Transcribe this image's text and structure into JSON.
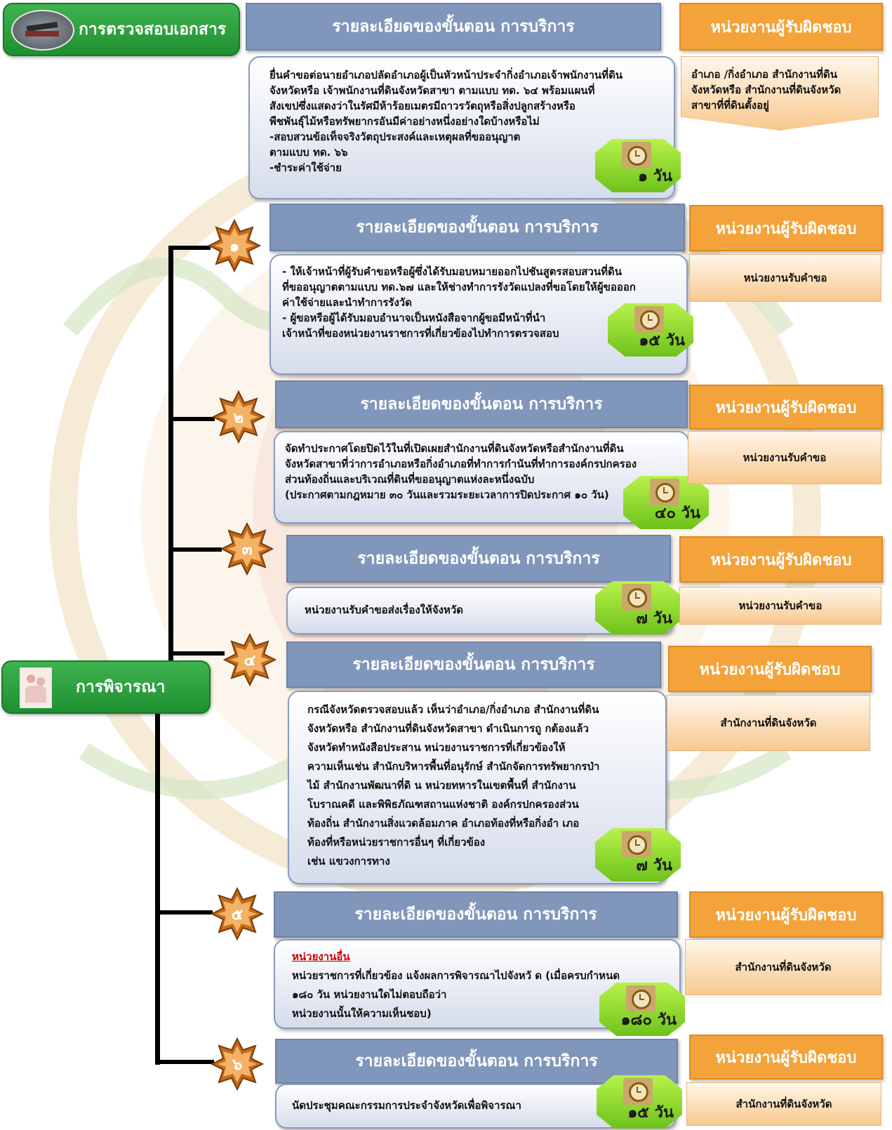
{
  "top_button": {
    "label": "การตรวจสอบเอกสาร",
    "icon": "books-icon"
  },
  "mid_button": {
    "label": "การพิจารณา",
    "icon": "people-picture-icon"
  },
  "header_label": "รายละเอียดของขั้นตอน การบริการ",
  "resp_label": "หน่วยงานผู้รับผิดชอบ",
  "steps": [
    {
      "lines": [
        "ยื่นคำขอต่อนายอำเภอปลัดอำเภอผู้เป็นหัวหน้าประจำกิ่งอำเภอเจ้าพนักงานที่ดิน",
        "จังหวัดหรือ เจ้าพนักงานที่ดินจังหวัดสาขา ตามแบบ ทด. ๖๔   พร้อมแผนที่",
        "สังเขปซึ่งแสดงว่าในรัศมีห้าร้อยเมตรมีถาวรวัตถุหรือสิ่งปลูกสร้างหรือ",
        "พืชพันธุ์ไม้หรือทรัพยากรอันมีค่าอย่างหนึ่งอย่างใดบ้างหรือไม่",
        "  -สอบสวนข้อเท็จจริงวัตถุประสงค์และเหตุผลที่ขออนุญาต",
        "    ตามแบบ ทด. ๖๖",
        "  -ชำระค่าใช้จ่าย"
      ],
      "days": "๑ วัน",
      "unit": [
        "อำเภอ /กิ่งอำเภอ     สำนักงานที่ดิน",
        "จังหวัดหรือ   สำนักงานที่ดินจังหวัด",
        "สาขาที่ที่ดินตั้งอยู่"
      ]
    },
    {
      "number": "๑",
      "lines": [
        " -  ให้เจ้าหน้าที่ผู้รับคำขอหรือผู้ซึ่งได้รับมอบหมายออกไปชันสูตรสอบสวนที่ดิน",
        "     ที่ขออนุญาตตามแบบ ทด.๖๗ และให้ช่างทำการรังวัดแปลงที่ขอโดยให้ผู้ขอออก",
        "     ค่าใช้จ่ายและนำทำการรังวัด",
        " - ผู้ขอหรือผู้ได้รับมอบอำนาจเป็นหนังสือจากผู้ขอมีหน้าที่นำ",
        "    เจ้าหน้าที่ของหน่วยงานราชการที่เกี่ยวข้องไปทำการตรวจสอบ"
      ],
      "days": "๑๕ วัน",
      "unit": [
        "หน่วยงานรับคำขอ"
      ]
    },
    {
      "number": "๒",
      "lines": [
        "จัดทำประกาศโดยปิดไว้ในที่เปิดเผยสำนักงานที่ดินจังหวัดหรือสำนักงานที่ดิน",
        "จังหวัดสาขาที่ว่าการอำเภอหรือกิ่งอำเภอที่ทำการกำนันที่ทำการองค์กรปกครอง",
        "ส่วนท้องถิ่นและบริเวณที่ดินที่ขออนุญาตแห่งละหนึ่งฉบับ",
        "(ประกาศตามกฎหมาย ๓๐ วันและรวมระยะเวลาการปิดประกาศ ๑๐ วัน)"
      ],
      "days": "๔๐ วัน",
      "unit": [
        "หน่วยงานรับคำขอ"
      ]
    },
    {
      "number": "๓",
      "lines": [
        "หน่วยงานรับคำขอส่งเรื่องให้จังหวัด"
      ],
      "days": "๗ วัน",
      "unit": [
        "หน่วยงานรับคำขอ"
      ]
    },
    {
      "number": "๔",
      "lines": [
        "กรณีจังหวัดตรวจสอบแล้ว เห็นว่าอำเภอ/กิ่งอำเภอ สำนักงานที่ดิน",
        "จังหวัดหรือ   สำนักงานที่ดินจังหวัดสาขา  ดำเนินการถู กต้องแล้ว",
        "จังหวัดทำหนังสือประสาน        หน่วยงานราชการที่เกี่ยวข้องให้",
        "ความเห็นเช่น สำนักบริหารพื้นที่อนุรักษ์ สำนักจัดการทรัพยากรป่า",
        "ไม้ สำนักงานพัฒนาที่ดิ  น    หน่วยทหารในเขตพื้นที่    สำนักงาน",
        "โบราณคดี  และพิพิธภัณฑสถานแห่งชาติ     องค์กรปกครองส่วน",
        "ท้องถิ่น   สำนักงานสิ่งแวดล้อมภาค     อำเภอท้องที่หรือกิ่งอำ เภอ",
        "ท้องที่หรือหน่วยราชการอื่นๆ ที่เกี่ยวข้อง",
        "เช่น แขวงการทาง"
      ],
      "days": "๗ วัน",
      "unit": [
        "สำนักงานที่ดินจังหวัด"
      ]
    },
    {
      "number": "๕",
      "sublabel": "หน่วยงานอื่น",
      "lines": [
        "หน่วยราชการที่เกี่ยวข้อง แจ้งผลการพิจารณาไปจังหวั ด (เมื่อครบกำหนด",
        "๑๘๐ วัน หน่วยงานใดไม่ตอบถือว่า",
        "หน่วยงานนั้นให้ความเห็นชอบ)"
      ],
      "days": "๑๘๐ วัน",
      "unit": [
        "สำนักงานที่ดินจังหวัด"
      ]
    },
    {
      "number": "๖",
      "lines": [
        "นัดประชุมคณะกรรมการประจำจังหวัดเพื่อพิจารณา"
      ],
      "days": "๑๕ วัน",
      "unit": [
        "สำนักงานที่ดินจังหวัด"
      ]
    }
  ]
}
